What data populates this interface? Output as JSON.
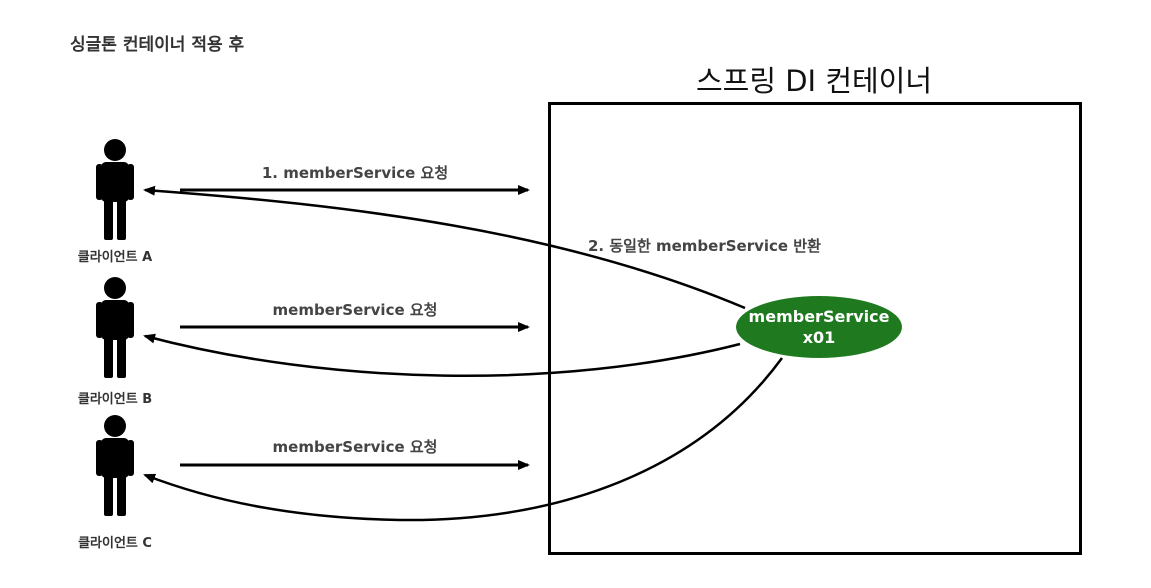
{
  "page_heading": "싱글톤 컨테이너 적용 후",
  "container": {
    "title": "스프링 DI 컨테이너"
  },
  "bean": {
    "line1": "memberService",
    "line2": "x01",
    "color": "#1f7a1f"
  },
  "clients": [
    {
      "label": "클라이언트 A",
      "request_label": "1. memberService 요청"
    },
    {
      "label": "클라이언트 B",
      "request_label": "memberService 요청"
    },
    {
      "label": "클라이언트 C",
      "request_label": "memberService 요청"
    }
  ],
  "return_label": "2. 동일한 memberService 반환",
  "icons": {
    "client": "person-icon"
  }
}
